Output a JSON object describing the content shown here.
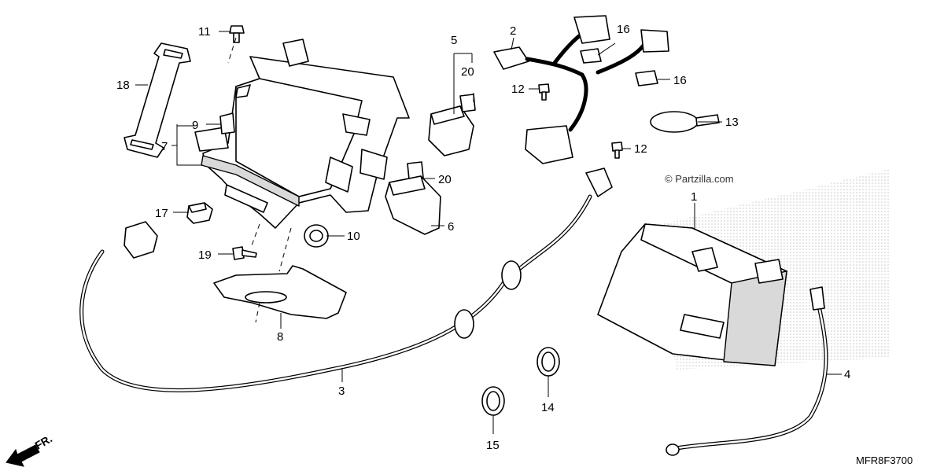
{
  "watermark": "© Partzilla.com",
  "diagram_code": "MFR8F3700",
  "front_label": "FR.",
  "callouts": {
    "c1": "1",
    "c2": "2",
    "c3": "3",
    "c4": "4",
    "c5": "5",
    "c6": "6",
    "c7": "7",
    "c8": "8",
    "c9": "9",
    "c10": "10",
    "c11": "11",
    "c12a": "12",
    "c12b": "12",
    "c13": "13",
    "c14": "14",
    "c15": "15",
    "c16a": "16",
    "c16b": "16",
    "c17": "17",
    "c18": "18",
    "c19": "19",
    "c20a": "20",
    "c20b": "20"
  }
}
